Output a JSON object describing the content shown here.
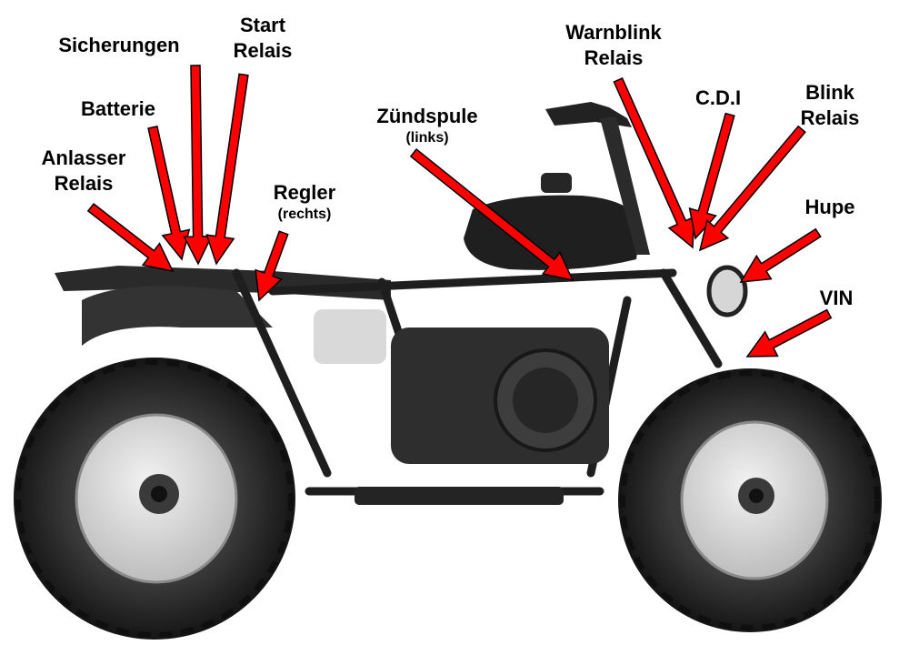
{
  "colors": {
    "arrow": "#ff0000",
    "arrow_outline": "#000000",
    "photo_dark": "#1c1c1c",
    "photo_mid": "#4a4a4a",
    "photo_light": "#dcdcdc"
  },
  "labels": {
    "anlasser_relais": {
      "line1": "Anlasser",
      "line2": "Relais"
    },
    "batterie": {
      "line1": "Batterie"
    },
    "sicherungen": {
      "line1": "Sicherungen"
    },
    "start_relais": {
      "line1": "Start",
      "line2": "Relais"
    },
    "regler": {
      "line1": "Regler",
      "sub": "(rechts)"
    },
    "zuendspule": {
      "line1": "Zündspule",
      "sub": "(links)"
    },
    "warnblink_relais": {
      "line1": "Warnblink",
      "line2": "Relais"
    },
    "cdi": {
      "line1": "C.D.I"
    },
    "blink_relais": {
      "line1": "Blink",
      "line2": "Relais"
    },
    "hupe": {
      "line1": "Hupe"
    },
    "vin": {
      "line1": "VIN"
    }
  }
}
